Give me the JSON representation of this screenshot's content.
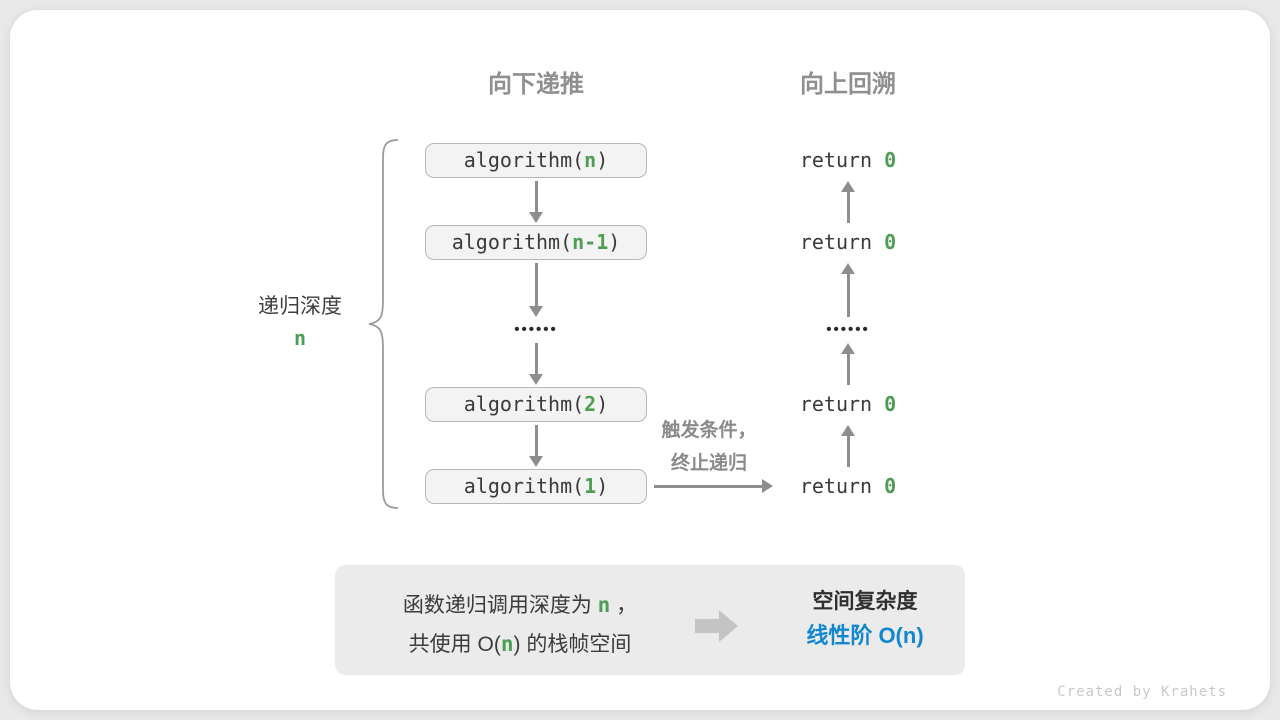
{
  "colors": {
    "green_accent": "#4d9e52",
    "blue_accent": "#1287d1",
    "gray_heading": "#8f8f8f",
    "box_background": "#f3f3f3",
    "summary_background": "#ebebeb"
  },
  "headers": {
    "recurse": "向下递推",
    "backtrack": "向上回溯"
  },
  "depth_label": {
    "text": "递归深度",
    "value": "n"
  },
  "recurse_column": {
    "calls": [
      {
        "prefix": "algorithm(",
        "arg": "n",
        "suffix": ")"
      },
      {
        "prefix": "algorithm(",
        "arg": "n-1",
        "suffix": ")"
      },
      {
        "prefix": "algorithm(",
        "arg": "2",
        "suffix": ")"
      },
      {
        "prefix": "algorithm(",
        "arg": "1",
        "suffix": ")"
      }
    ],
    "ellipsis": "••••••"
  },
  "backtrack_column": {
    "returns": [
      {
        "keyword": "return ",
        "value": "0"
      },
      {
        "keyword": "return ",
        "value": "0"
      },
      {
        "keyword": "return ",
        "value": "0"
      },
      {
        "keyword": "return ",
        "value": "0"
      }
    ],
    "ellipsis": "••••••"
  },
  "trigger_label": {
    "line1": "触发条件，",
    "line2": "终止递归"
  },
  "summary": {
    "left_line1": {
      "pre": "函数递归调用深度为 ",
      "n": "n",
      "post": " ，"
    },
    "left_line2": {
      "pre": "共使用 O(",
      "n": "n",
      "post": ") 的栈帧空间"
    },
    "right_title": "空间复杂度",
    "right_result": "线性阶 O(n)"
  },
  "footer_credit": "Created by Krahets"
}
